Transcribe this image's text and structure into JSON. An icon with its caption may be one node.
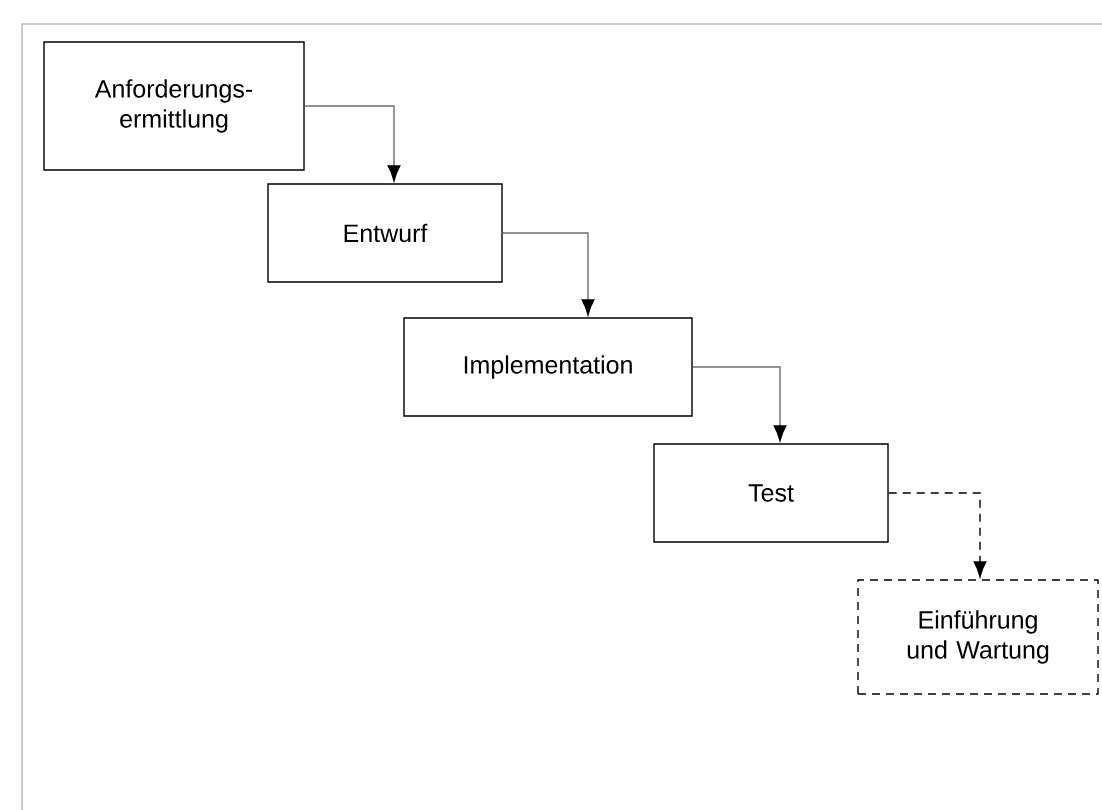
{
  "diagram": {
    "nodes": [
      {
        "text": [
          "Anforderungs- ermittlung"
        ]
      },
      {
        "text": [
          "Entwurf"
        ]
      },
      {
        "text": [
          "Implementation"
        ]
      },
      {
        "text": [
          "Test"
        ]
      },
      {
        "text": [
          "Einführung und Wartung"
        ]
      }
    ],
    "edges": [
      {
        "from": 0,
        "to": 1,
        "arrow": "to"
      },
      {
        "from": 1,
        "to": 2,
        "arrow": "to"
      },
      {
        "from": 2,
        "to": 3,
        "arrow": "to"
      },
      {
        "from": 3,
        "to": 4,
        "arrow": "to",
        "style": "dashed",
        "color": "#000000"
      }
    ]
  }
}
